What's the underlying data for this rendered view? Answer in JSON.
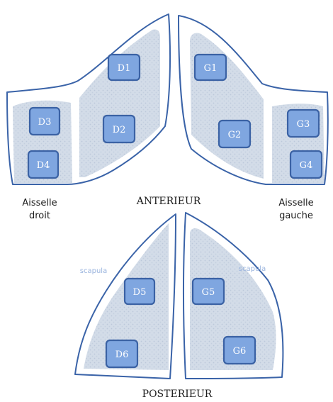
{
  "anterior": {
    "title": "ANTERIEUR",
    "left_axilla": {
      "line1": "Aisselle",
      "line2": "droit"
    },
    "right_axilla": {
      "line1": "Aisselle",
      "line2": "gauche"
    },
    "zones": [
      "D1",
      "D2",
      "D3",
      "D4",
      "G1",
      "G2",
      "G3",
      "G4"
    ]
  },
  "posterior": {
    "title": "POSTERIEUR",
    "left_scapula": "scapula",
    "right_scapula": "scapula",
    "zones": [
      "D5",
      "D6",
      "G5",
      "G6"
    ]
  },
  "colors": {
    "outline": "#3a63a8",
    "zone_fill": "#7fa6e0",
    "zone_border": "#3b62a4",
    "region_fill": "#d3dce8"
  }
}
